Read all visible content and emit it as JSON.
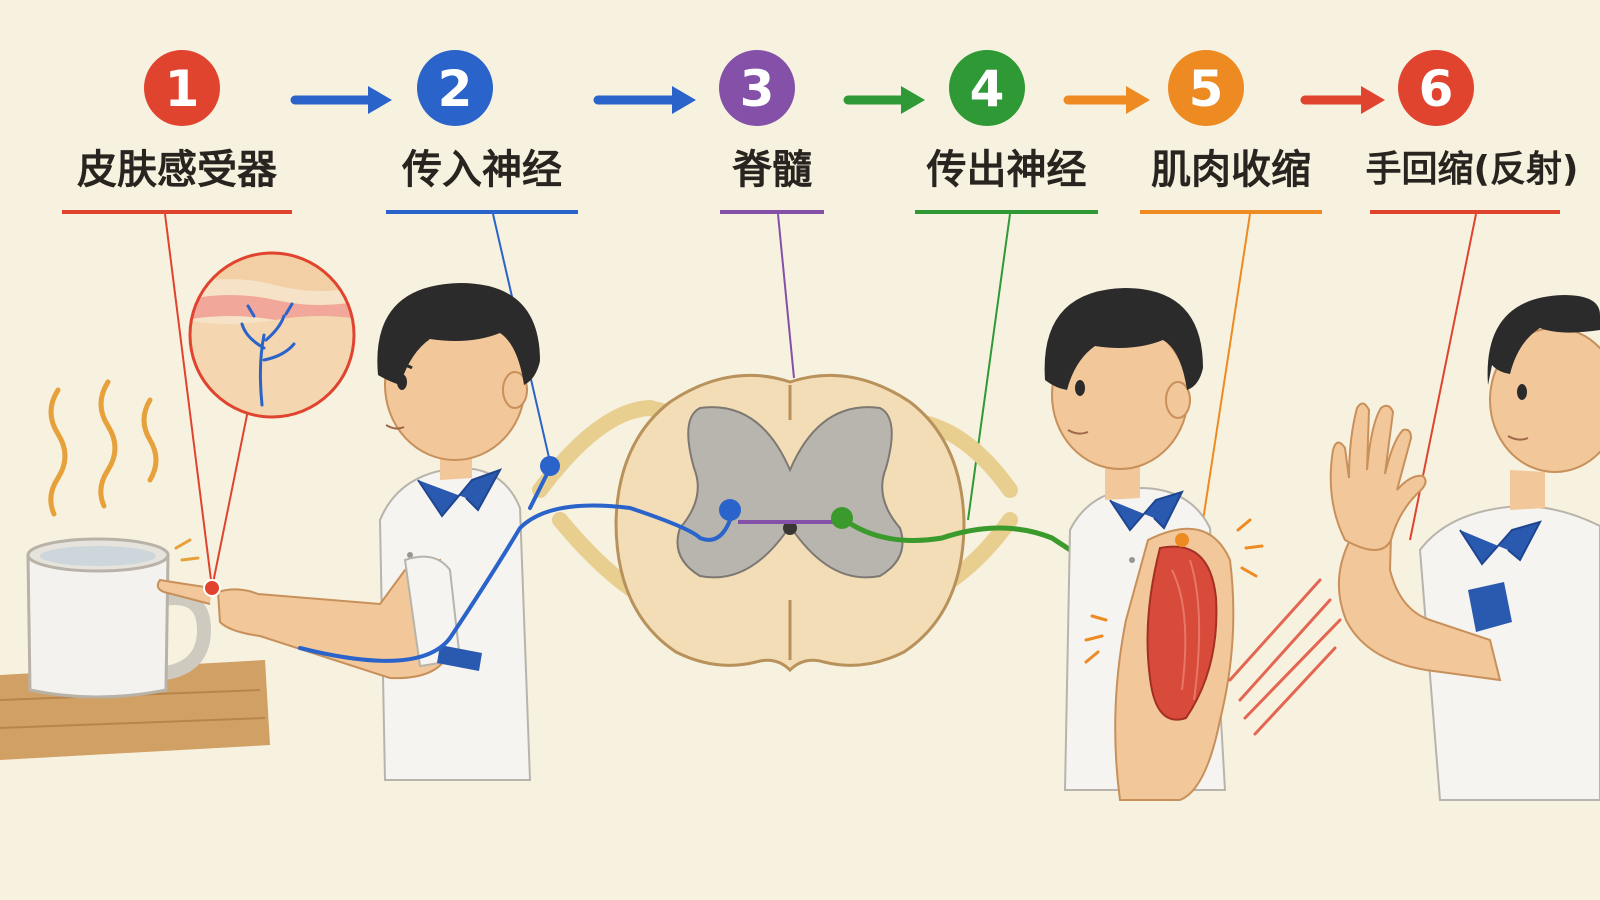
{
  "steps": [
    {
      "num": "1",
      "label": "皮肤感受器",
      "color": "#e0442f"
    },
    {
      "num": "2",
      "label": "传入神经",
      "color": "#2a63c9"
    },
    {
      "num": "3",
      "label": "脊髓",
      "color": "#8450a8"
    },
    {
      "num": "4",
      "label": "传出神经",
      "color": "#2f9a35"
    },
    {
      "num": "5",
      "label": "肌肉收缩",
      "color": "#ee8a22"
    },
    {
      "num": "6",
      "label": "手回缩(反射)",
      "color": "#e0442f"
    }
  ],
  "colors": {
    "background": "#f7f1df",
    "afferent": "#2a63c9",
    "efferent": "#3a9a2c",
    "interneuron": "#8450a8",
    "receptor": "#e0442f",
    "muscle": "#d84a3a",
    "shirt_trim": "#2a5ab0",
    "hair": "#2b2b2b",
    "skin": "#f2c79a"
  },
  "icons": [
    "hot-mug-icon",
    "steam-icon",
    "skin-zoom-icon",
    "spinal-cord-icon",
    "muscle-icon",
    "motion-lines-icon"
  ]
}
